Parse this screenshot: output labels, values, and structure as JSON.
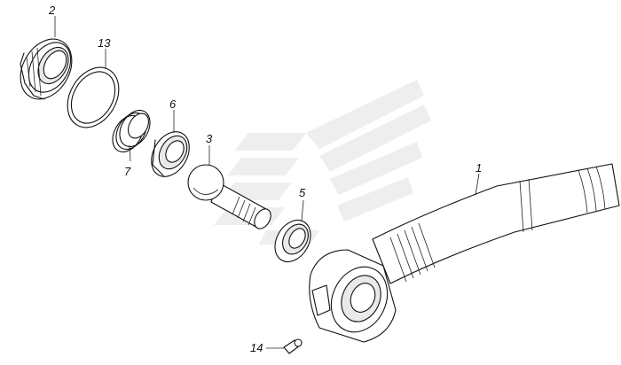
{
  "callouts": [
    {
      "id": "2",
      "label": "2"
    },
    {
      "id": "13",
      "label": "13"
    },
    {
      "id": "6",
      "label": "6"
    },
    {
      "id": "7",
      "label": "7"
    },
    {
      "id": "3",
      "label": "3"
    },
    {
      "id": "5",
      "label": "5"
    },
    {
      "id": "1",
      "label": "1"
    },
    {
      "id": "14",
      "label": "14"
    }
  ]
}
